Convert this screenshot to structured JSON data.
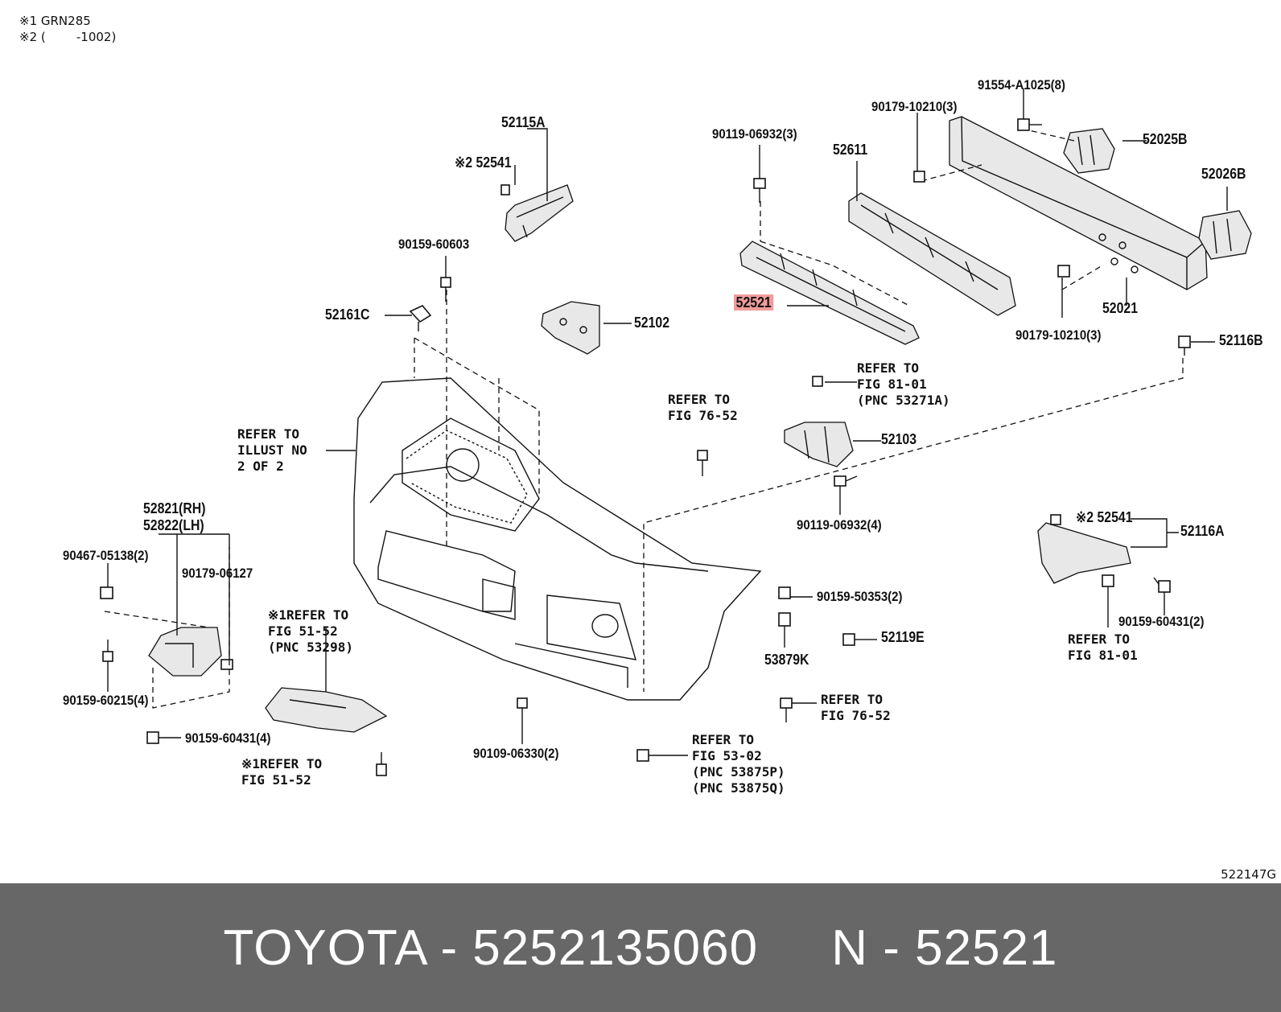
{
  "notes": [
    "※1 GRN285",
    "※2 (        -1002)"
  ],
  "labels": {
    "p52115A": "52115A",
    "p52541_top": "※2 52541",
    "p90159_60603": "90159-60603",
    "p52161C": "52161C",
    "p52102": "52102",
    "p90119_06932_3": "90119-06932(3)",
    "p52611": "52611",
    "p52521": "52521",
    "p90179_10210_3a": "90179-10210(3)",
    "p91554": "91554-A1025(8)",
    "p52025B": "52025B",
    "p52026B": "52026B",
    "p52021": "52021",
    "p90179_10210_3b": "90179-10210(3)",
    "p52116B": "52116B",
    "p52103": "52103",
    "p90119_06932_4": "90119-06932(4)",
    "p52541_right": "※2 52541",
    "p52116A": "52116A",
    "p90159_50353": "90159-50353(2)",
    "p52119E": "52119E",
    "p53879K": "53879K",
    "p90159_60431_2": "90159-60431(2)",
    "p52821": "52821(RH)",
    "p52822": "52822(LH)",
    "p90467": "90467-05138(2)",
    "p90179_06127": "90179-06127",
    "p90159_60215": "90159-60215(4)",
    "p90159_60431_4": "90159-60431(4)",
    "p90109_06330": "90109-06330(2)"
  },
  "refs": {
    "illust": "REFER TO\nILLUST NO\n2 OF 2",
    "fig7652_top": "REFER TO\nFIG 76-52",
    "fig8101_top": "REFER TO\nFIG 81-01\n(PNC 53271A)",
    "fig5152_pnc": "※1REFER TO\nFIG 51-52\n(PNC 53298)",
    "fig5152": "※1REFER TO\nFIG 51-52",
    "fig5302": "REFER TO\nFIG 53-02\n(PNC 53875P)\n(PNC 53875Q)",
    "fig7652_bottom": "REFER TO\nFIG 76-52",
    "fig8101_bottom": "REFER TO\nFIG 81-01"
  },
  "diagram_code": "522147G",
  "footer": {
    "brand": "TOYOTA",
    "part_number": "5252135060",
    "pnc": "N - 52521",
    "text": "TOYOTA - 5252135060     N - 52521"
  },
  "colors": {
    "highlight": "#f19c9c",
    "footer_bg": "#676767",
    "footer_text": "#ffffff"
  }
}
